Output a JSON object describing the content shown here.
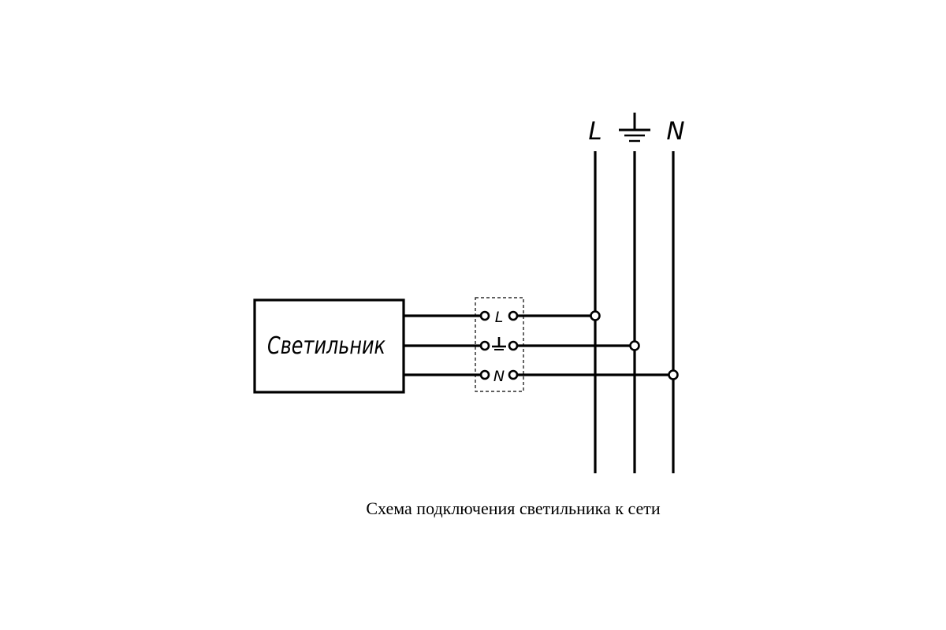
{
  "luminaire": {
    "label": "Светильник"
  },
  "terminal_block": {
    "phase_label": "L",
    "neutral_label": "N"
  },
  "bus": {
    "phase_label": "L",
    "neutral_label": "N"
  },
  "caption": "Схема подключения светильника к сети"
}
